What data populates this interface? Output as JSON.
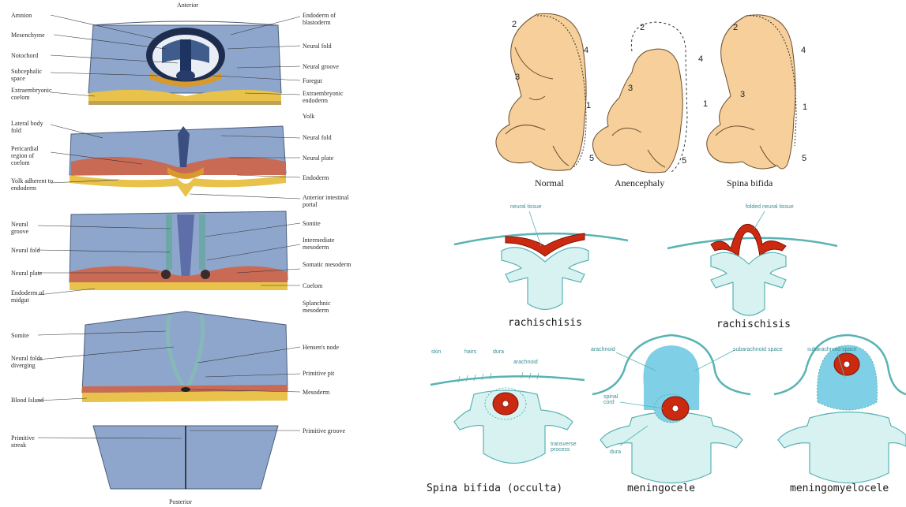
{
  "left_panel": {
    "top_label": "Anterior",
    "bottom_label": "Posterior",
    "sections": [
      {
        "left_labels": [
          "Amnion",
          "Mesenchyme",
          "Notochord",
          "Subcephalic space",
          "Extraembryonic coelom"
        ],
        "right_labels": [
          "Endoderm of blastoderm",
          "Neural fold",
          "Neural groove",
          "Foregut",
          "Extraembryonic endoderm",
          "Yolk"
        ]
      },
      {
        "left_labels": [
          "Lateral body fold",
          "Pericardial region of coelom",
          "Yolk adherent to endoderm"
        ],
        "right_labels": [
          "Neural fold",
          "Neural plate",
          "Endoderm",
          "Anterior intestinal portal"
        ]
      },
      {
        "left_labels": [
          "Neural groove",
          "Neural fold",
          "Neural plate",
          "Endoderm of midgut"
        ],
        "right_labels": [
          "Somite",
          "Intermediate mesoderm",
          "Somatic mesoderm",
          "Coelom",
          "Splanchnic mesoderm"
        ]
      },
      {
        "left_labels": [
          "Somite",
          "Neural folds diverging",
          "Blood Island"
        ],
        "right_labels": [
          "Hensen's node",
          "Primitive pit",
          "Mesoderm"
        ]
      },
      {
        "left_labels": [
          "Primitive streak"
        ],
        "right_labels": [
          "Primitive groove"
        ]
      }
    ]
  },
  "embryos": {
    "captions": [
      "Normal",
      "Anencephaly",
      "Spina bifida"
    ]
  },
  "rachischisis": {
    "items": [
      {
        "tissue_label": "neural tissue",
        "caption": "rachischisis"
      },
      {
        "tissue_label": "folded neural tissue",
        "caption": "rachischisis"
      }
    ]
  },
  "defects": {
    "occulta": {
      "labels": [
        "skin",
        "hairs",
        "dura",
        "arachnoid",
        "transverse process"
      ],
      "caption": "Spina bifida (occulta)"
    },
    "meningocele": {
      "labels": [
        "arachnoid",
        "subarachnoid space",
        "spinal cord",
        "dura"
      ],
      "caption": "meningocele"
    },
    "meningomyelocele": {
      "labels": [
        "subarachnoid space"
      ],
      "caption": "meningomyelocele"
    }
  },
  "colors": {
    "block_blue": "#8fa6cc",
    "mesoderm_red": "#c96a55",
    "yolk_yellow": "#e8c24a",
    "skin_teal": "#6dbfbf",
    "vertebra_fill": "#d8f2f2",
    "csf_blue": "#7fd0e6",
    "cord_red": "#cc2a10",
    "embryo_skin": "#f6cf9a"
  }
}
